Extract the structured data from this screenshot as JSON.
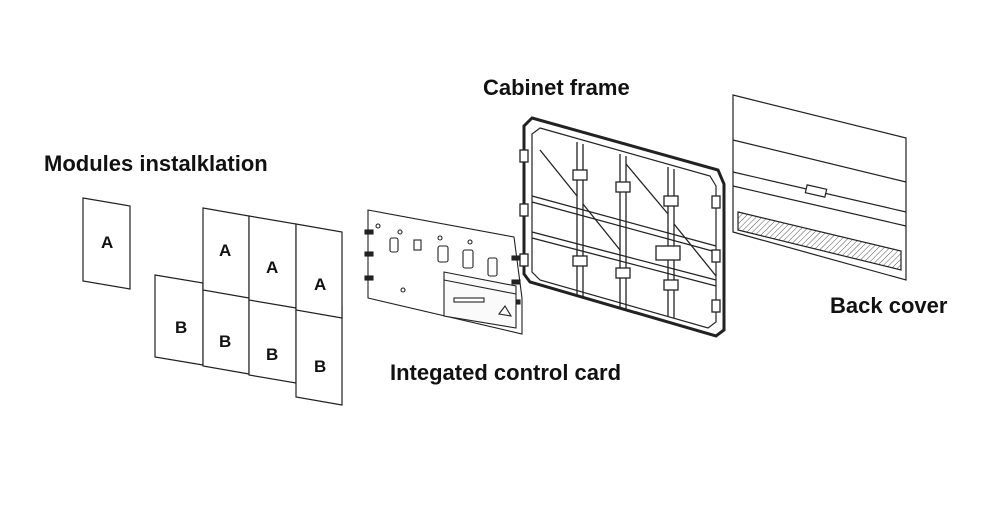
{
  "labels": {
    "modules": "Modules instalklation",
    "cabinet": "Cabinet frame",
    "control_card": "Integated control card",
    "back_cover": "Back cover"
  },
  "modules": {
    "single": "A",
    "row_a": [
      "A",
      "A",
      "A"
    ],
    "row_b": [
      "B",
      "B",
      "B",
      "B"
    ]
  },
  "colors": {
    "line": "#222222",
    "background": "#ffffff"
  }
}
